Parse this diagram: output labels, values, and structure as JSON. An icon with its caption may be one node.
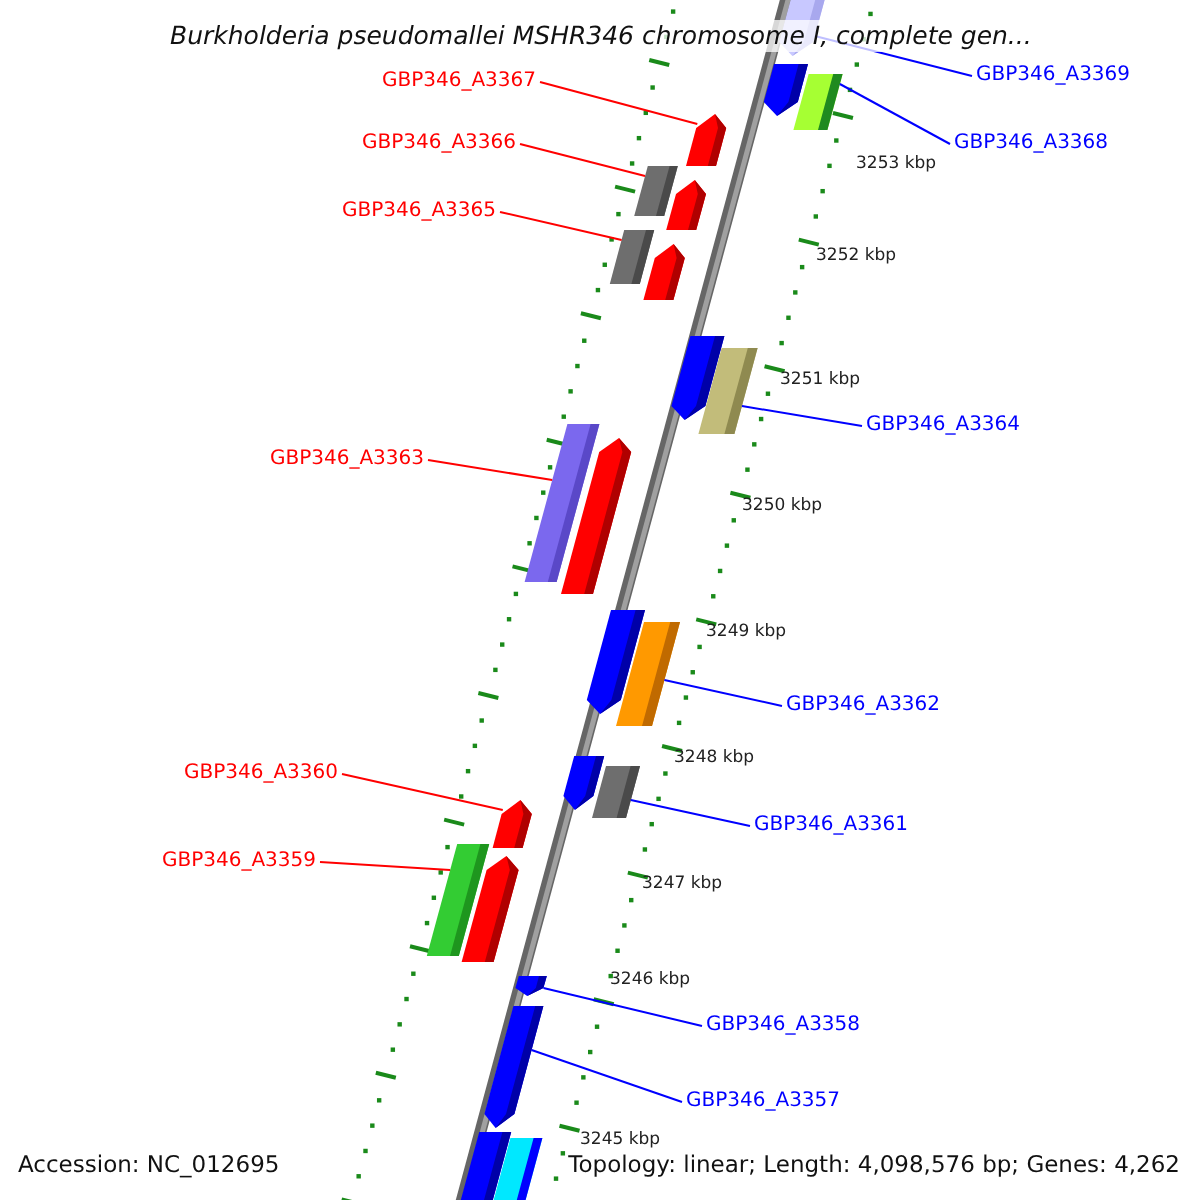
{
  "diagram": {
    "title": "Burkholderia pseudomallei MSHR346 chromosome I, complete gen...",
    "nodes": [
      {
        "text": [
          "GBP346_A3369"
        ]
      },
      {
        "text": [
          "GBP346_A3367"
        ]
      },
      {
        "text": [
          "GBP346_A3368"
        ]
      },
      {
        "text": [
          "GBP346_A3366"
        ]
      },
      {
        "text": [
          "GBP346_A3365"
        ]
      },
      {
        "text": [
          "GBP346_A3364"
        ]
      },
      {
        "text": [
          "GBP346_A3363"
        ]
      },
      {
        "text": [
          "GBP346_A3362"
        ]
      },
      {
        "text": [
          "GBP346_A3360"
        ]
      },
      {
        "text": [
          "GBP346_A3361"
        ]
      },
      {
        "text": [
          "GBP346_A3359"
        ]
      },
      {
        "text": [
          "GBP346_A3358"
        ]
      },
      {
        "text": [
          "GBP346_A3357"
        ]
      },
      {
        "text": [],
        "shape": "pentagon"
      },
      {
        "text": [],
        "shape": "pentagon"
      },
      {
        "text": [],
        "shape": "bar"
      },
      {
        "text": [],
        "shape": "pentagon"
      },
      {
        "text": [],
        "shape": "bar"
      },
      {
        "text": [],
        "shape": "pentagon"
      },
      {
        "text": [],
        "shape": "bar"
      },
      {
        "text": [],
        "shape": "pentagon"
      },
      {
        "text": [],
        "shape": "pentagon"
      },
      {
        "text": [],
        "shape": "bar"
      },
      {
        "text": [],
        "shape": "bar"
      },
      {
        "text": [],
        "shape": "pentagon"
      },
      {
        "text": [],
        "shape": "pentagon"
      },
      {
        "text": [],
        "shape": "bar"
      },
      {
        "text": [],
        "shape": "pentagon"
      },
      {
        "text": [],
        "shape": "bar"
      },
      {
        "text": [],
        "shape": "pentagon"
      },
      {
        "text": [],
        "shape": "bar"
      },
      {
        "text": [],
        "shape": "pentagon"
      },
      {
        "text": [],
        "shape": "pentagon"
      },
      {
        "text": [],
        "shape": "pentagon"
      },
      {
        "text": [],
        "shape": "bar"
      },
      {
        "text": [],
        "shape": "bar"
      }
    ],
    "edges": [
      {
        "from": 0,
        "to": 13,
        "arrow": "none",
        "color": "#0000ff"
      },
      {
        "from": 1,
        "to": 16,
        "arrow": "none",
        "color": "#ff0000"
      },
      {
        "from": 2,
        "to": 15,
        "arrow": "none",
        "color": "#0000ff"
      },
      {
        "from": 3,
        "to": 17,
        "arrow": "none",
        "color": "#ff0000"
      },
      {
        "from": 4,
        "to": 19,
        "arrow": "none",
        "color": "#ff0000"
      },
      {
        "from": 5,
        "to": 22,
        "arrow": "none",
        "color": "#0000ff"
      },
      {
        "from": 6,
        "to": 23,
        "arrow": "none",
        "color": "#ff0000"
      },
      {
        "from": 7,
        "to": 26,
        "arrow": "none",
        "color": "#0000ff"
      },
      {
        "from": 8,
        "to": 29,
        "arrow": "none",
        "color": "#ff0000"
      },
      {
        "from": 9,
        "to": 28,
        "arrow": "none",
        "color": "#0000ff"
      },
      {
        "from": 10,
        "to": 30,
        "arrow": "none",
        "color": "#ff0000"
      },
      {
        "from": 11,
        "to": 32,
        "arrow": "none",
        "color": "#0000ff"
      },
      {
        "from": 12,
        "to": 33,
        "arrow": "none",
        "color": "#0000ff"
      }
    ],
    "labels": [
      "3253 kbp",
      "3252 kbp",
      "3251 kbp",
      "3250 kbp",
      "3249 kbp",
      "3248 kbp",
      "3247 kbp",
      "3246 kbp",
      "3245 kbp",
      "Accession: NC_012695",
      "Topology: linear; Length: 4,098,576 bp; Genes: 4,262"
    ]
  }
}
